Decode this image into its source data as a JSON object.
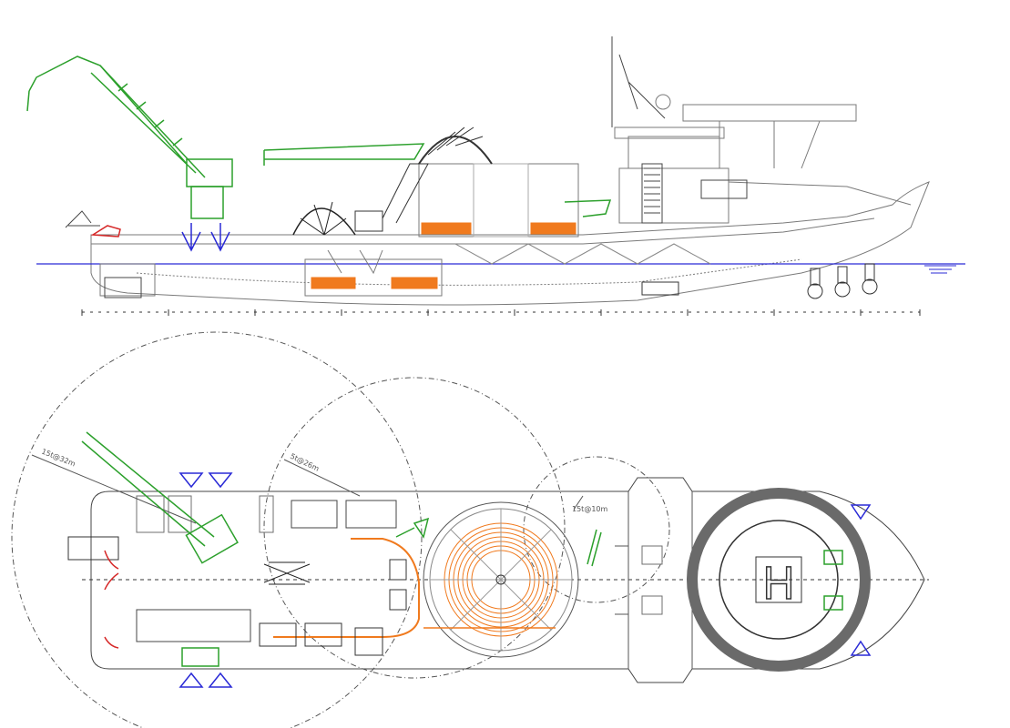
{
  "colors": {
    "outline": "#6f6f6f",
    "crane": "#2ca02c",
    "cable": "#f07a1e",
    "waterline": "#2a2ad6",
    "anchor": "#2a2ad6",
    "highlight": "#d62828",
    "helideck": "#6a6a6a"
  },
  "labels": {
    "radius_main_crane": "15t@32m",
    "radius_mid_crane": "5t@26m",
    "radius_small_crane": "15t@10m"
  },
  "helideck": {
    "letter": "H"
  }
}
